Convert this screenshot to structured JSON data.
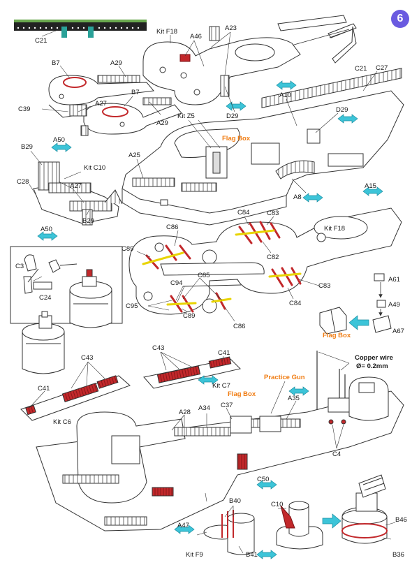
{
  "step_number": "6",
  "labels": {
    "C21a": "C21",
    "C21b": "C21",
    "A46": "A46",
    "A23": "A23",
    "KitF18a": "Kit F18",
    "C27": "C27",
    "B7a": "B7",
    "A29a": "A29",
    "A10": "A10",
    "B7b": "B7",
    "A27a": "A27",
    "C39": "C39",
    "D29a": "D29",
    "D29b": "D29",
    "A29b": "A29",
    "KitZ5": "Kit Z5",
    "A50a": "A50",
    "FlagBox1": "Flag Box",
    "B29a": "B29",
    "KitC10": "Kit C10",
    "A25": "A25",
    "C28": "C28",
    "A27b": "A27",
    "A15": "A15",
    "A8": "A8",
    "A50b": "A50",
    "B29b": "B29",
    "C84a": "C84",
    "C83a": "C83",
    "KitF18b": "Kit F18",
    "C86a": "C86",
    "C89a": "C89",
    "C82": "C82",
    "C3": "C3",
    "C85": "C85",
    "C94": "C94",
    "C24": "C24",
    "C83b": "C83",
    "A61": "A61",
    "C84b": "C84",
    "C95": "C95",
    "C86b": "C86",
    "C89b": "C89",
    "A49": "A49",
    "A67": "A67",
    "FlagBox2": "Flag Box",
    "C43a": "C43",
    "C41a": "C41",
    "C43b": "C43",
    "CopperWire": "Copper wire",
    "WireDia": "Ø= 0.2mm",
    "KitC7": "Kit C7",
    "C41b": "C41",
    "PracticeGun": "Practice Gun",
    "KitC6": "Kit C6",
    "FlagBox3": "Flag Box",
    "A28": "A28",
    "A34": "A34",
    "C37": "C37",
    "A35": "A35",
    "C4": "C4",
    "C50": "C50",
    "C10": "C10",
    "B40": "B40",
    "A47": "A47",
    "B46": "B46",
    "KitF9": "Kit F9",
    "B41": "B41",
    "B36": "B36"
  }
}
